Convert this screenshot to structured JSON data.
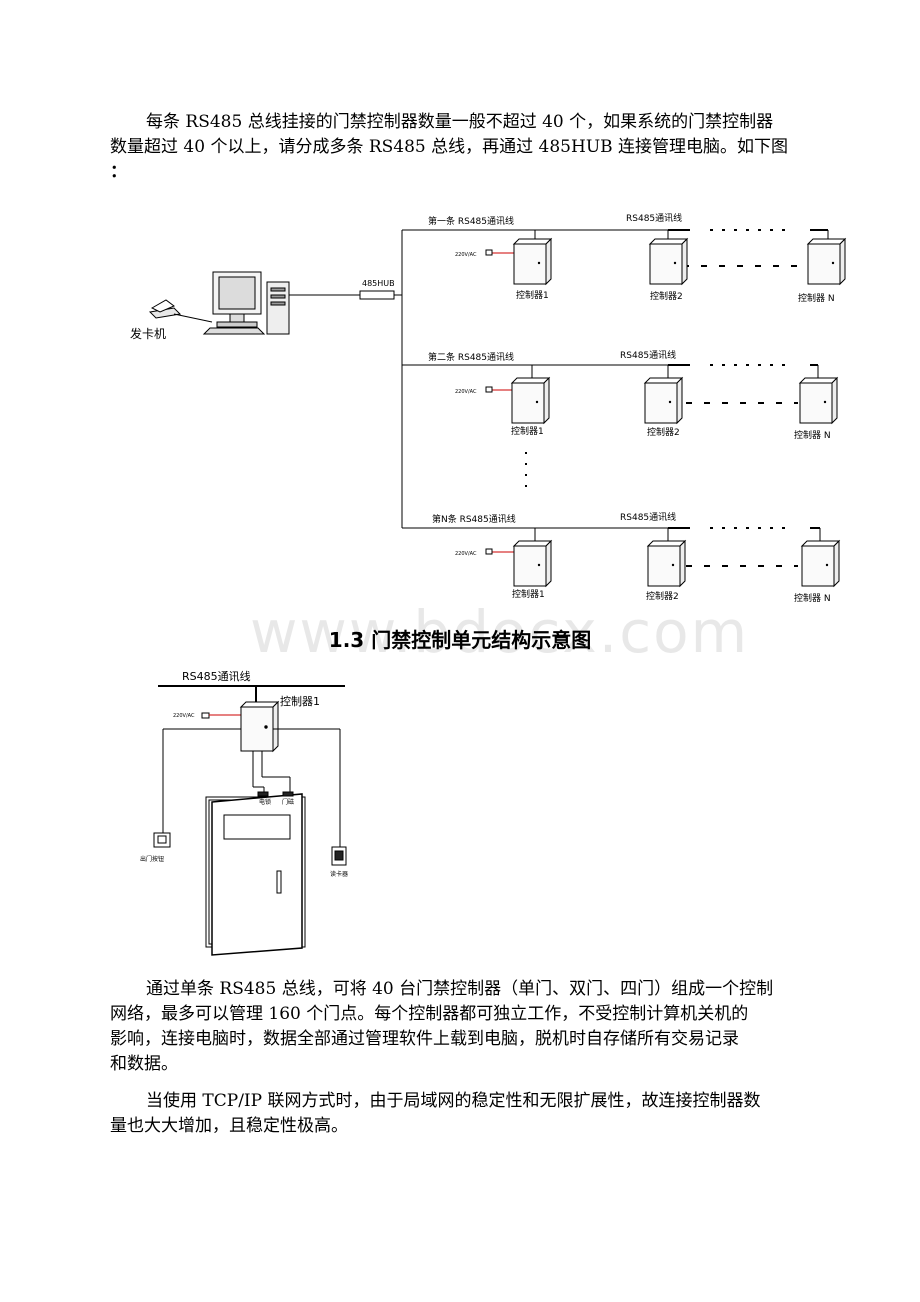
{
  "paragraph1": {
    "line1": "每条 RS485 总线挂接的门禁控制器数量一般不超过 40 个，如果系统的门禁控制器",
    "line2": "数量超过 40 个以上，请分成多条 RS485 总线，再通过 485HUB 连接管理电脑。如下图",
    "line3": "："
  },
  "network_diagram": {
    "card_issuer_label": "发卡机",
    "hub_label": "485HUB",
    "power_label": "220V/AC",
    "bus_line_label": "RS485通讯线",
    "rows": [
      {
        "bus_name": "第一条  RS485通讯线",
        "ctrl1": "控制器1",
        "ctrl2": "控制器2",
        "ctrlN": "控制器 N"
      },
      {
        "bus_name": "第二条 RS485通讯线",
        "ctrl1": "控制器1",
        "ctrl2": "控制器2",
        "ctrlN": "控制器 N"
      },
      {
        "bus_name": "第N条 RS485通讯线",
        "ctrl1": "控制器1",
        "ctrl2": "控制器2",
        "ctrlN": "控制器 N"
      }
    ]
  },
  "watermark": "www.bdocx.com",
  "heading": "1.3 门禁控制单元结构示意图",
  "unit_diagram": {
    "bus_label": "RS485通讯线",
    "controller_label": "控制器1",
    "power_label": "220V/AC",
    "lock_label": "电锁",
    "sensor_label": "门磁",
    "exit_button_label": "出门按钮",
    "reader_label": "读卡器"
  },
  "paragraph2": {
    "line1": "通过单条 RS485 总线，可将 40 台门禁控制器（单门、双门、四门）组成一个控制",
    "line2": "网络，最多可以管理 160 个门点。每个控制器都可独立工作，不受控制计算机关机的",
    "line3": "影响，连接电脑时，数据全部通过管理软件上载到电脑，脱机时自存储所有交易记录",
    "line4": "和数据。"
  },
  "paragraph3": {
    "line1": "当使用 TCP/IP 联网方式时，由于局域网的稳定性和无限扩展性，故连接控制器数",
    "line2": "量也大大增加，且稳定性极高。"
  }
}
